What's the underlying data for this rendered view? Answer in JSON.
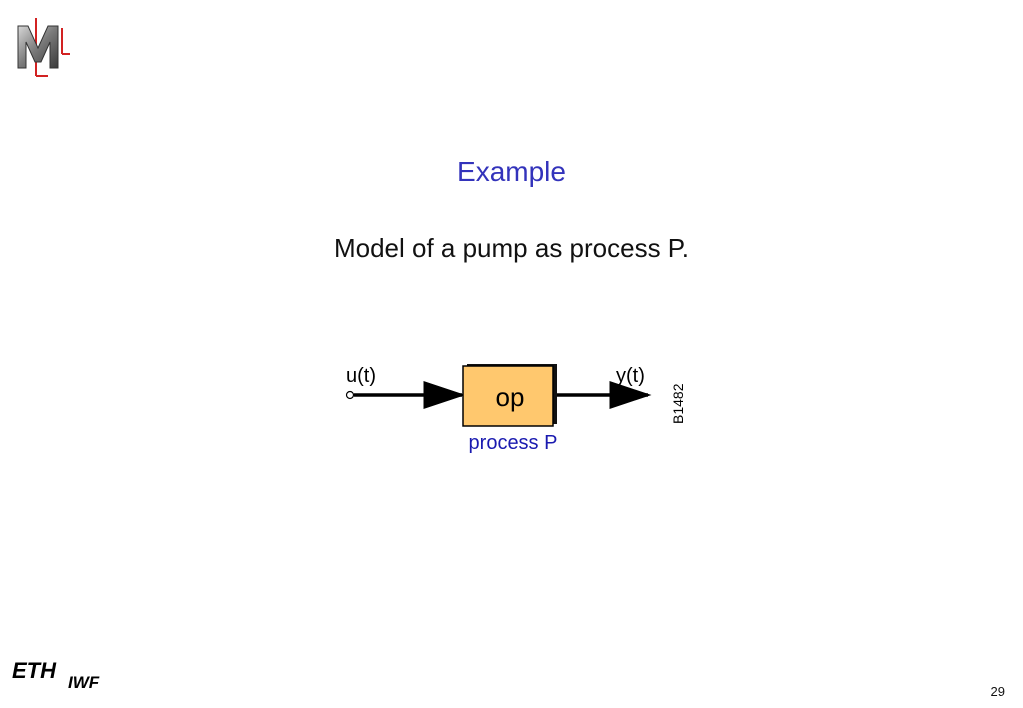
{
  "slide": {
    "title": "Example",
    "subtitle": "Model of a pump as process P.",
    "page_number": "29"
  },
  "diagram": {
    "input_label": "u(t)",
    "output_label": "y(t)",
    "block_label": "op",
    "block_caption": "process P",
    "figure_id": "B1482",
    "block_fill": "#ffc86e",
    "caption_color": "#1a1ab0"
  },
  "logos": {
    "top_left": "M",
    "bottom_left_main": "ETH",
    "bottom_left_sub": "IWF",
    "accent_red": "#d22222"
  }
}
